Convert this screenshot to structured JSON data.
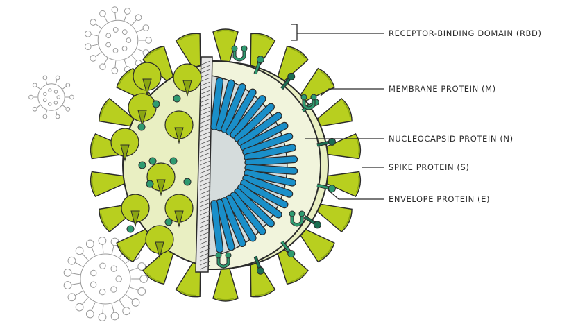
{
  "labels": {
    "rbd": "Receptor-binding domain (RBD)",
    "membrane": "Membrane protein (M)",
    "nucleocapsid": "Nucleocapsid protein (N)",
    "spike": "Spike protein (S)",
    "envelope": "Envelope protein (E)"
  },
  "colors": {
    "spike_fill": "#b8cf1f",
    "spike_dark": "#8aa512",
    "body_fill": "#e9efc2",
    "body_cut_fill": "#f1f4dc",
    "inner_fill": "#d5dcdc",
    "nucleocapsid": "#1a8fc9",
    "membrane_protein": "#2e9a70",
    "envelope_protein": "#1b6e52",
    "outline": "#2a2a2a",
    "ghost_virus": "#9a9a9a"
  }
}
